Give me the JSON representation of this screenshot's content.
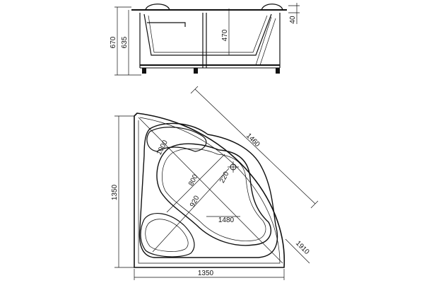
{
  "side_view": {
    "dims": {
      "total_height": "670",
      "tub_height": "635",
      "inner_depth": "470",
      "rim_height": "40"
    }
  },
  "top_view": {
    "dims": {
      "width": "1350",
      "length": "1350",
      "diagonal": "1460",
      "outer_diagonal": "1910",
      "bottom_length": "1480",
      "seat_width": "1000",
      "bottom_width": "800",
      "bottom_diagonal": "920",
      "drain_offset": "220"
    }
  }
}
